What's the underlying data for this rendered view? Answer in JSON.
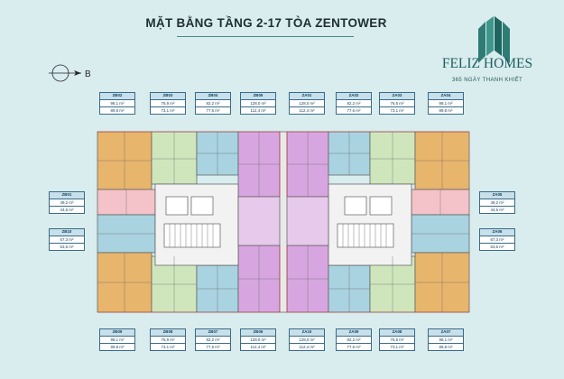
{
  "header": {
    "title": "MẶT BẰNG TẦNG 2-17 TÒA ZENTOWER"
  },
  "brand": {
    "name": "FELIZ HOMES",
    "slogan": "365 NGÀY THANH KHIẾT"
  },
  "compass": {
    "letter": "B",
    "icon": "north-arrow-icon"
  },
  "colors": {
    "orange": "#e8b56c",
    "green": "#cfe6bd",
    "blue": "#a9d3e0",
    "purple": "#d7a6e0",
    "pink": "#f3c3c9",
    "core": "#f2f2f2"
  },
  "units_top": [
    {
      "code": "ZB02",
      "area1": "98,1 m²",
      "area2": "89,8 m²"
    },
    {
      "code": "ZB03",
      "area1": "76,9 m²",
      "area2": "73,1 m²"
    },
    {
      "code": "ZB04",
      "area1": "82,2 m²",
      "area2": "77,6 m²"
    },
    {
      "code": "ZB05",
      "area1": "128,0 m²",
      "area2": "112,4 m²"
    },
    {
      "code": "ZA01",
      "area1": "128,0 m²",
      "area2": "112,4 m²"
    },
    {
      "code": "ZA02",
      "area1": "82,2 m²",
      "area2": "77,6 m²"
    },
    {
      "code": "ZA03",
      "area1": "76,5 m²",
      "area2": "73,1 m²"
    },
    {
      "code": "ZA04",
      "area1": "98,1 m²",
      "area2": "89,8 m²"
    }
  ],
  "units_side": [
    {
      "code": "ZB01",
      "area1": "49,2 m²",
      "area2": "44,6 m²"
    },
    {
      "code": "ZB10",
      "area1": "67,3 m²",
      "area2": "63,6 m²"
    },
    {
      "code": "ZA05",
      "area1": "49,2 m²",
      "area2": "44,6 m²"
    },
    {
      "code": "ZA06",
      "area1": "67,3 m²",
      "area2": "63,6 m²"
    }
  ],
  "units_bottom": [
    {
      "code": "ZB09",
      "area1": "98,1 m²",
      "area2": "89,8 m²"
    },
    {
      "code": "ZB08",
      "area1": "76,9 m²",
      "area2": "73,1 m²"
    },
    {
      "code": "ZB07",
      "area1": "82,2 m²",
      "area2": "77,6 m²"
    },
    {
      "code": "ZB06",
      "area1": "128,0 m²",
      "area2": "112,4 m²"
    },
    {
      "code": "ZA10",
      "area1": "128,0 m²",
      "area2": "112,4 m²"
    },
    {
      "code": "ZA09",
      "area1": "82,2 m²",
      "area2": "77,6 m²"
    },
    {
      "code": "ZA08",
      "area1": "76,5 m²",
      "area2": "73,1 m²"
    },
    {
      "code": "ZA07",
      "area1": "98,1 m²",
      "area2": "89,8 m²"
    }
  ]
}
